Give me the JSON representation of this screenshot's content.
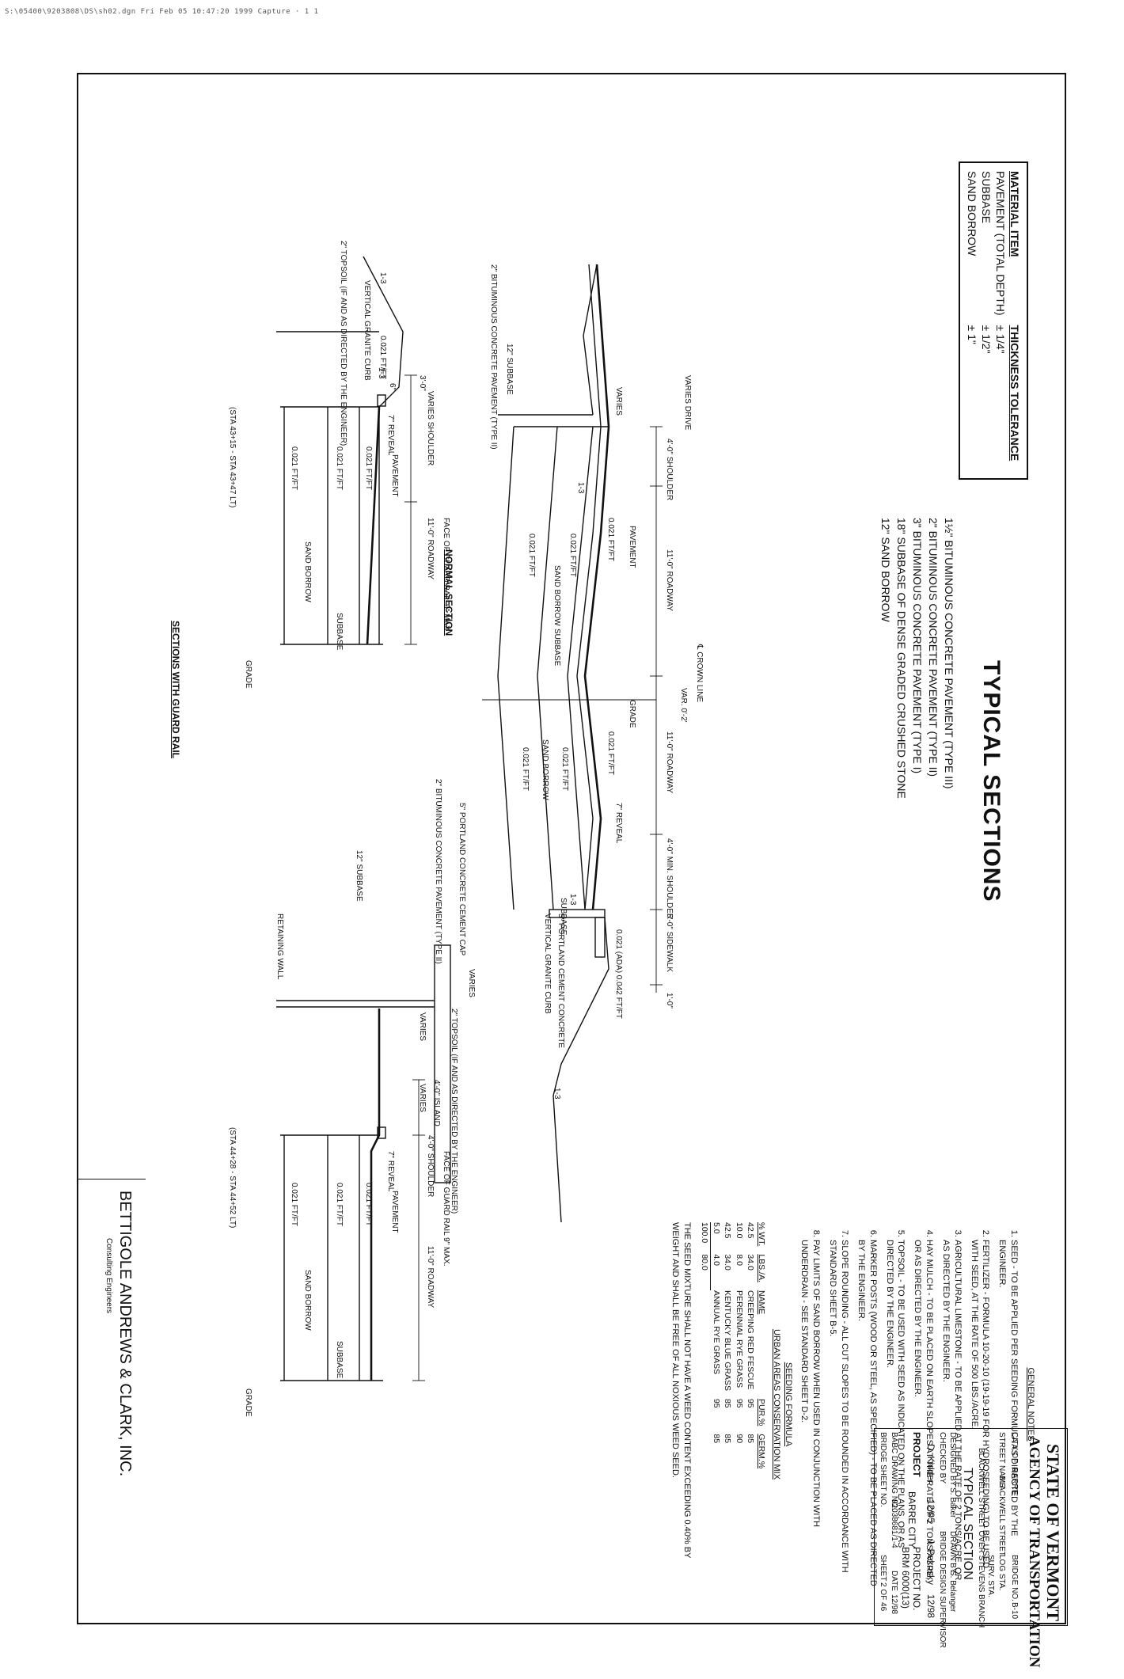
{
  "header_stamp": "S:\\05400\\9203808\\DS\\sh02.dgn  Fri Feb 05 10:47:20 1999  Capture · 1 1",
  "title": "TYPICAL SECTIONS",
  "material_table": {
    "headers": [
      "MATERIAL ITEM",
      "THICKNESS TOLERANCE"
    ],
    "rows": [
      [
        "PAVEMENT (TOTAL DEPTH)",
        "± 1/4\""
      ],
      [
        "SUBBASE",
        "± 1/2\""
      ],
      [
        "SAND BORROW",
        "± 1\""
      ]
    ]
  },
  "layers": [
    "1½\" BITUMINOUS CONCRETE PAVEMENT (TYPE III)",
    "2\" BITUMINOUS CONCRETE PAVEMENT (TYPE II)",
    "3\" BITUMINOUS CONCRETE PAVEMENT (TYPE I)",
    "18\" SUBBASE OF DENSE GRADED CRUSHED STONE",
    "12\" SAND BORROW"
  ],
  "normal_section": {
    "title": "NORMAL SECTION",
    "labels": {
      "crown": "℄ CROWN LINE",
      "var": "VAR. 0'-2'",
      "varies_drive": "VARIES DRIVE",
      "varies": "VARIES",
      "shoulder_l": "4'-0\" SHOULDER",
      "roadway_l": "11'-0\" ROADWAY",
      "roadway_r": "11'-0\" ROADWAY",
      "shoulder_r": "4'-0\" MIN. SHOULDER",
      "sidewalk": "5'-0\" SIDEWALK",
      "one_ft": "1'-0\"",
      "pavement": "PAVEMENT",
      "grade": "GRADE",
      "reveal": "7\" REVEAL",
      "slope1": "0.021 FT/FT",
      "slope2": "0.021 FT/FT",
      "slope3": "0.021 FT/FT",
      "slope4": "0.021 FT/FT",
      "slope5": "0.021 FT/FT",
      "slope6": "0.021 FT/FT",
      "ada": "0.021 (ADA) 0.042 FT/FT",
      "subbase_l": "SUBBASE",
      "subbase_r": "SUBBASE",
      "sand_l": "SAND BORROW",
      "sand_r": "SAND BORROW",
      "subbase12": "12\" SUBBASE",
      "bit": "2\" BITUMINOUS CONCRETE PAVEMENT (TYPE II)",
      "pcc": "5\" PORTLAND CEMENT CONCRETE",
      "vgc": "VERTICAL GRANITE CURB",
      "topsoil": "2\" TOPSOIL (IF AND AS DIRECTED BY THE ENGINEER)",
      "ratio1": "1-3",
      "ratio2": "1-3",
      "ratio3": "1-3"
    }
  },
  "guard_rail_section": {
    "title": "SECTIONS WITH GUARD RAIL",
    "left": {
      "sta": "(STA 43+15 - STA 43+47 LT)",
      "face": "FACE OF GUARD RAIL 9\" MAX.",
      "three_ft": "3'-0\"",
      "six_in": "6\"",
      "varies_shoulder": "VARIES SHOULDER",
      "roadway": "11'-0\" ROADWAY",
      "reveal": "7\" REVEAL",
      "pavement": "PAVEMENT",
      "slope_a": "0.021 FT/FT",
      "slope_b": "0.021 FT/FT",
      "slope_c": "0.021 FT/FT",
      "slope_d": "0.021 FT/FT",
      "subbase": "SUBBASE",
      "sand": "SAND BORROW",
      "grade": "GRADE",
      "vgc": "VERTICAL GRANITE CURB",
      "topsoil": "2\" TOPSOIL (IF AND AS DIRECTED BY THE ENGINEER)",
      "ratio1": "1-3",
      "ratio2": "1-3"
    },
    "right": {
      "sta": "(STA 44+28 - STA 44+52 LT)",
      "face": "FACE OF GUARD RAIL 9\" MAX.",
      "four_ft_island": "4'-0\" ISLAND",
      "four_ft_shoulder": "4'-0\" SHOULDER",
      "varies_top": "VARIES",
      "varies_a": "VARIES",
      "varies_b": "VARIES",
      "roadway": "11'-0\" ROADWAY",
      "reveal": "7\" REVEAL",
      "pavement": "PAVEMENT",
      "slope_a": "0.021 FT/FT",
      "slope_b": "0.021 FT/FT",
      "slope_c": "0.021 FT/FT",
      "subbase": "SUBBASE",
      "sand": "SAND BORROW",
      "grade": "GRADE",
      "pcc": "5\" PORTLAND CONCRETE CEMENT CAP",
      "bit": "2\" BITUMINOUS CONCRETE PAVEMENT (TYPE II)",
      "subbase12": "12\" SUBBASE",
      "wall": "RETAINING WALL"
    }
  },
  "general_notes": {
    "title": "GENERAL NOTES",
    "items": [
      "SEED - TO BE APPLIED PER SEEDING FORMULA AS DIRECTED BY THE ENGINEER.",
      "FERTILIZER - FORMULA 10-20-10 (19-19-19 FOR HYDROSEEDING) TO BE USED WITH SEED, AT THE RATE OF 500 LBS./ACRE.",
      "AGRICULTURAL LIMESTONE - TO BE APPLIED AT THE RATE OF 2 TONS/ACRE, OR AS DIRECTED BY THE ENGINEER.",
      "HAY MULCH - TO BE PLACED ON EARTH SLOPES AT THE RATE OF 2 TONS/ACRE, OR AS DIRECTED BY THE ENGINEER.",
      "TOPSOIL - TO BE USED WITH SEED AS INDICATED ON THE PLANS, OR AS DIRECTED BY THE ENGINEER.",
      "MARKER POSTS (WOOD OR STEEL, AS SPECIFIED) - TO BE PLACED AS DIRECTED BY THE ENGINEER.",
      "SLOPE ROUNDING - ALL CUT SLOPES TO BE ROUNDED IN ACCORDANCE WITH STANDARD SHEET B-5.",
      "PAY LIMITS OF SAND BORROW WHEN USED IN CONJUNCTION WITH UNDERDRAIN - SEE STANDARD SHEET D-2."
    ]
  },
  "seeding": {
    "title": "SEEDING FORMULA",
    "subtitle": "URBAN AREAS CONSERVATION MIX",
    "headers": [
      "% WT.",
      "LBS./A.",
      "NAME",
      "PUR.%",
      "GERM.%"
    ],
    "rows": [
      [
        "42.5",
        "34.0",
        "CREEPING RED FESCUE",
        "95",
        "85"
      ],
      [
        "10.0",
        "8.0",
        "PERENNIAL RYE GRASS",
        "95",
        "90"
      ],
      [
        "42.5",
        "34.0",
        "KENTUCKY BLUE GRASS",
        "85",
        "85"
      ],
      [
        "5.0",
        "4.0",
        "ANNUAL RYE GRASS",
        "95",
        "85"
      ],
      [
        "100.0",
        "80.0",
        "",
        "",
        ""
      ]
    ],
    "footnote": "THE SEED MIXTURE SHALL NOT HAVE A WEED CONTENT EXCEEDING 0.40% BY WEIGHT AND SHALL BE FREE OF ALL NOXIOUS WEED SEED."
  },
  "firm": {
    "name": "BETTIGOLE ANDREWS & CLARK, INC.",
    "sub": "Consulting Engineers"
  },
  "title_block": {
    "state": "STATE OF VERMONT",
    "agency": "AGENCY OF TRANSPORTATION",
    "city_label": "CITY OF",
    "city": "BARRE",
    "bridge_no_label": "BRIDGE NO.",
    "bridge_no": "B-10",
    "street_label": "STREET NAME",
    "street": "BLACKWELL STREET",
    "log_sta_label": "LOG STA.",
    "surv_sta_label": "SURV. STA.",
    "project_desc": "BLACKWELL STREET OVER STEVENS BRANCH",
    "sheet_title": "TYPICAL SECTION",
    "designed_by_label": "DESIGNED BY",
    "designed_by": "S. Baker",
    "drawn_by_label": "DRAWN BY",
    "drawn_by": "S. Belanger",
    "checked_by_label": "CHECKED BY",
    "checked_by": "D. Kidder",
    "checked_date": "12/95",
    "design_super_label": "BRIDGE DESIGN SUPERVISOR",
    "design_super": "J. Pekosky",
    "design_super_date": "12/98",
    "project_label": "PROJECT",
    "project": "BARRE CITY",
    "project_no_label": "PROJECT NO.",
    "project_no": "BRM 6000(13)",
    "drawing_label": "BABC DRAWING NO.",
    "drawing_no": "92038681/1-4",
    "date_label": "DATE",
    "date": "12/98",
    "bridge_sheet_label": "BRIDGE SHEET NO.",
    "sheet_label": "SHEET",
    "sheet": "2 OF 46"
  }
}
